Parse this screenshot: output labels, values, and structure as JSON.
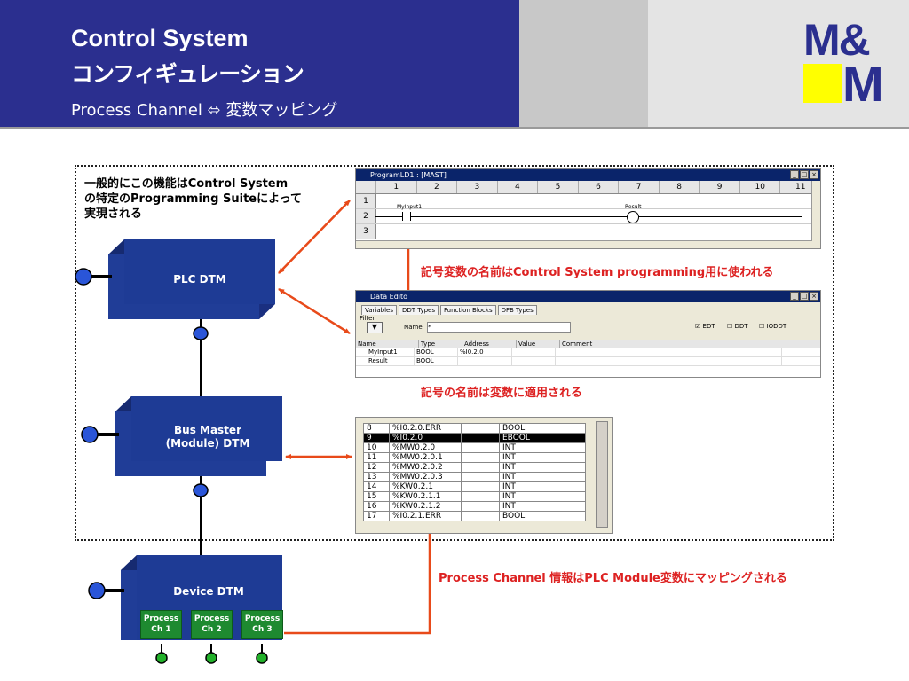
{
  "header": {
    "title_en": "Control System",
    "title_ja": "コンフィギュレーション",
    "subtitle": "Process Channel ⬄ 変数マッピング"
  },
  "logo": {
    "line1": "M&",
    "line2": "M"
  },
  "note": {
    "line1": "一般的にこの機能はControl System",
    "line2": "の特定のProgramming Suiteによって",
    "line3": "実現される"
  },
  "labels": {
    "label1": "記号変数の名前はControl System programming用に使われる",
    "label2": "記号の名前は変数に適用される",
    "label3": "Process Channel 情報はPLC Module変数にマッピングされる"
  },
  "boxes": {
    "plc": "PLC DTM",
    "bus_line1": "Bus Master",
    "bus_line2": "(Module) DTM",
    "device": "Device DTM",
    "ch1_l1": "Process",
    "ch1_l2": "Ch 1",
    "ch2_l1": "Process",
    "ch2_l2": "Ch 2",
    "ch3_l1": "Process",
    "ch3_l2": "Ch 3"
  },
  "ladder": {
    "title": "ProgramLD1 : [MAST]",
    "columns": [
      "1",
      "2",
      "3",
      "4",
      "5",
      "6",
      "7",
      "8",
      "9",
      "10",
      "11"
    ],
    "rows": [
      "1",
      "2",
      "3"
    ],
    "contact": "MyInput1",
    "coil": "Result"
  },
  "data_editor": {
    "title": "Data Edito",
    "tabs": [
      "Variables",
      "DDT Types",
      "Function Blocks",
      "DFB Types"
    ],
    "filter_label": "Filter",
    "name_label": "Name",
    "name_value": "*",
    "checks": [
      "EDT",
      "DDT",
      "IODDT"
    ],
    "headers": [
      "Name",
      "Type",
      "Address",
      "Value",
      "Comment"
    ],
    "rows": [
      [
        "MyInput1",
        "BOOL",
        "%I0.2.0",
        "",
        ""
      ],
      [
        "Result",
        "BOOL",
        "",
        "",
        ""
      ]
    ]
  },
  "channel_table": {
    "rows": [
      [
        "8",
        "%I0.2.0.ERR",
        "",
        "BOOL"
      ],
      [
        "9",
        "%I0.2.0",
        "",
        "EBOOL"
      ],
      [
        "10",
        "%MW0.2.0",
        "",
        "INT"
      ],
      [
        "11",
        "%MW0.2.0.1",
        "",
        "INT"
      ],
      [
        "12",
        "%MW0.2.0.2",
        "",
        "INT"
      ],
      [
        "13",
        "%MW0.2.0.3",
        "",
        "INT"
      ],
      [
        "14",
        "%KW0.2.1",
        "",
        "INT"
      ],
      [
        "15",
        "%KW0.2.1.1",
        "",
        "INT"
      ],
      [
        "16",
        "%KW0.2.1.2",
        "",
        "INT"
      ],
      [
        "17",
        "%I0.2.1.ERR",
        "",
        "BOOL"
      ]
    ]
  },
  "colors": {
    "blue": "#2b2f8f",
    "box": "#1f3a93",
    "arrow": "#e84a1a",
    "green": "#1e8a30",
    "yellow": "#ffff00"
  }
}
